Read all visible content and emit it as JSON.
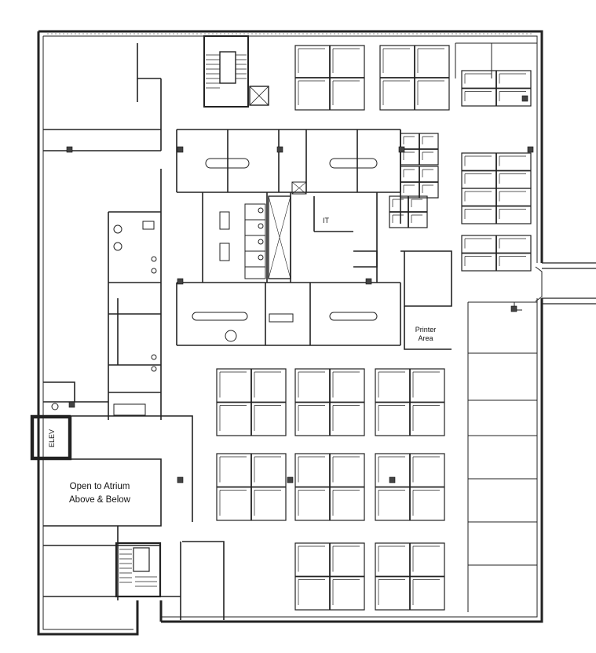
{
  "plan": {
    "labels": {
      "elev": "ELEV",
      "it": "IT",
      "printer_line1": "Printer",
      "printer_line2": "Area",
      "atrium_line1": "Open to Atrium",
      "atrium_line2": "Above & Below"
    }
  }
}
